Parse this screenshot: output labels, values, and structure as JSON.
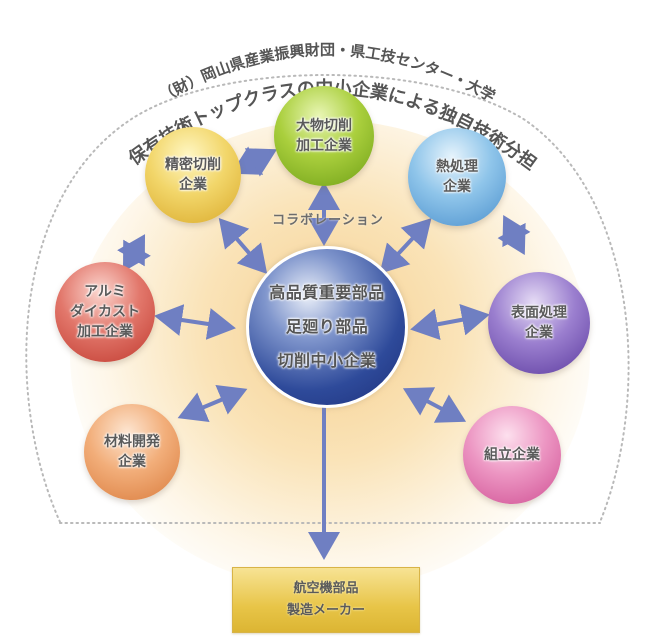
{
  "header": {
    "outer_arc_title": "（財）岡山県産業振興財団・県工技センター・大学",
    "inner_arc_title": "保有技術トップクラスの中小企業による独自技術分担"
  },
  "collaboration_label": "コラボレーション",
  "center": {
    "lines": [
      "高品質重要部品",
      "足廻り部品",
      "切削中小企業"
    ],
    "color": "#2e4a9a"
  },
  "satellites": [
    {
      "id": "large-cutting",
      "lines": [
        "大物切削",
        "加工企業"
      ],
      "color": "#8dbb2c"
    },
    {
      "id": "precision-cutting",
      "lines": [
        "精密切削",
        "企業"
      ],
      "color": "#ecc94f"
    },
    {
      "id": "heat-treatment",
      "lines": [
        "熱処理",
        "企業"
      ],
      "color": "#6aa9dc"
    },
    {
      "id": "aluminum-diecast",
      "lines": [
        "アルミ",
        "ダイカスト",
        "加工企業"
      ],
      "color": "#d2544a"
    },
    {
      "id": "surface-treatment",
      "lines": [
        "表面処理",
        "企業"
      ],
      "color": "#7a5bb7"
    },
    {
      "id": "material-dev",
      "lines": [
        "材料開発",
        "企業"
      ],
      "color": "#e89558"
    },
    {
      "id": "assembly",
      "lines": [
        "組立企業"
      ],
      "color": "#e070ab"
    }
  ],
  "output_box": {
    "lines": [
      "航空機部品",
      "製造メーカー"
    ],
    "color": "#e8c548"
  },
  "arrow_color": "#7080c0"
}
